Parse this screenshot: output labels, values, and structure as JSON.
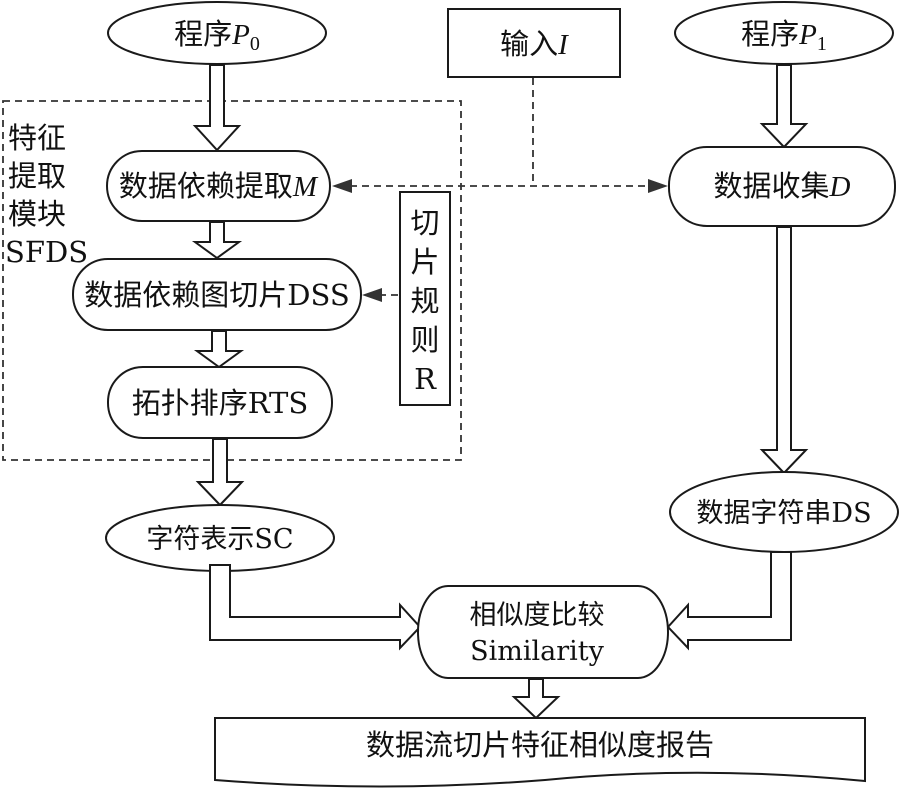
{
  "diagram": {
    "program_p0": {
      "label": "程序",
      "var": "P",
      "sub": "0"
    },
    "program_p1": {
      "label": "程序",
      "var": "P",
      "sub": "1"
    },
    "input": {
      "label": "输入",
      "var": "I"
    },
    "module": {
      "lines": [
        "特征",
        "提取",
        "模块",
        "SFDS"
      ]
    },
    "dep_extract": {
      "label": "数据依赖提取",
      "var": "M"
    },
    "dsg_slice": {
      "label": "数据依赖图切片DSS"
    },
    "topo_sort": {
      "label": "拓扑排序RTS"
    },
    "slice_rule": {
      "lines": [
        "切",
        "片",
        "规",
        "则",
        "R"
      ]
    },
    "data_collect": {
      "label": "数据收集",
      "var": "D"
    },
    "char_repr": {
      "label": "字符表示SC"
    },
    "data_string": {
      "label": "数据字符串DS"
    },
    "similarity": {
      "line1": "相似度比较",
      "line2": "Similarity"
    },
    "report": {
      "label": "数据流切片特征相似度报告"
    }
  }
}
